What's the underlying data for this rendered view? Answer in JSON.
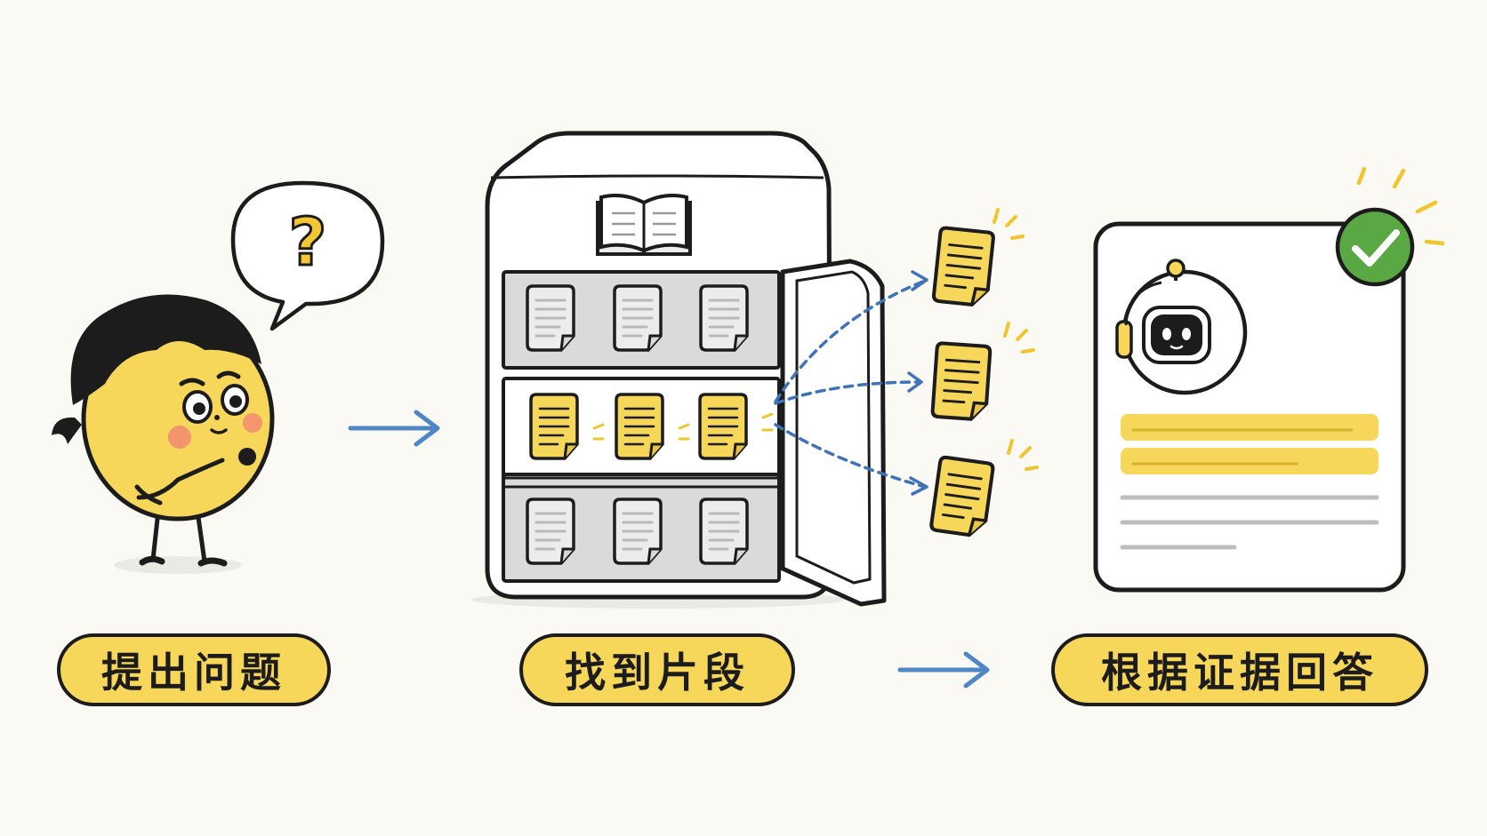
{
  "steps": [
    {
      "label": "提出问题"
    },
    {
      "label": "找到片段"
    },
    {
      "label": "根据证据回答"
    }
  ],
  "thought_bubble": {
    "symbol": "?"
  },
  "icons": [
    "thinking-character-icon",
    "book-icon",
    "document-icon",
    "robot-icon",
    "check-icon",
    "arrow-right-icon"
  ],
  "colors": {
    "background": "#fbf9f4",
    "yellow": "#f7d75a",
    "ink": "#1c1c1c",
    "arrow_blue": "#4f86c6",
    "check_green": "#5aa843",
    "cheek": "#f28b72",
    "doc_grey": "#e9e9e9"
  }
}
